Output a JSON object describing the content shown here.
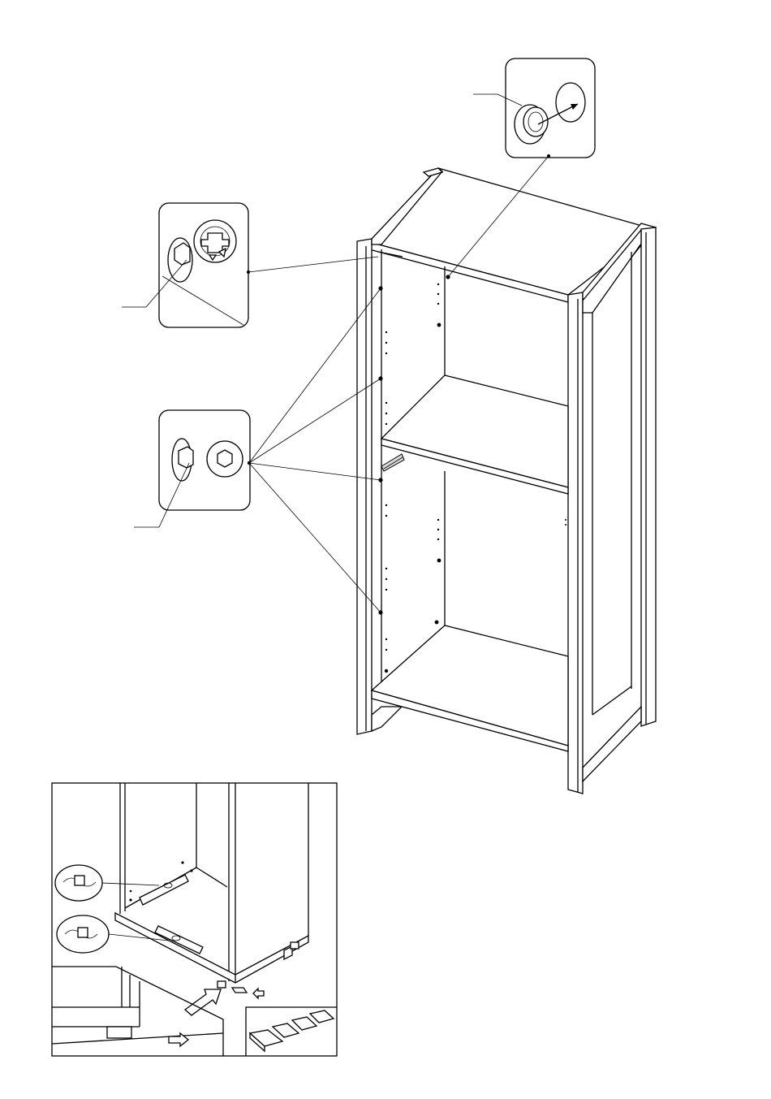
{
  "diagram": {
    "type": "assembly-instruction",
    "labels": [],
    "callouts": [
      {
        "name": "cam-lock-bushing-detail",
        "icon": "bushing-insert-icon"
      },
      {
        "name": "cam-lock-top-detail",
        "icon": "cam-lock-icon"
      },
      {
        "name": "cam-lock-shelf-detail",
        "icon": "cam-lock-hex-icon"
      }
    ],
    "inset": {
      "name": "leveling-inset",
      "icons": [
        "spirit-level-icon",
        "shim-wedge-icon",
        "arrow-icon"
      ]
    }
  }
}
